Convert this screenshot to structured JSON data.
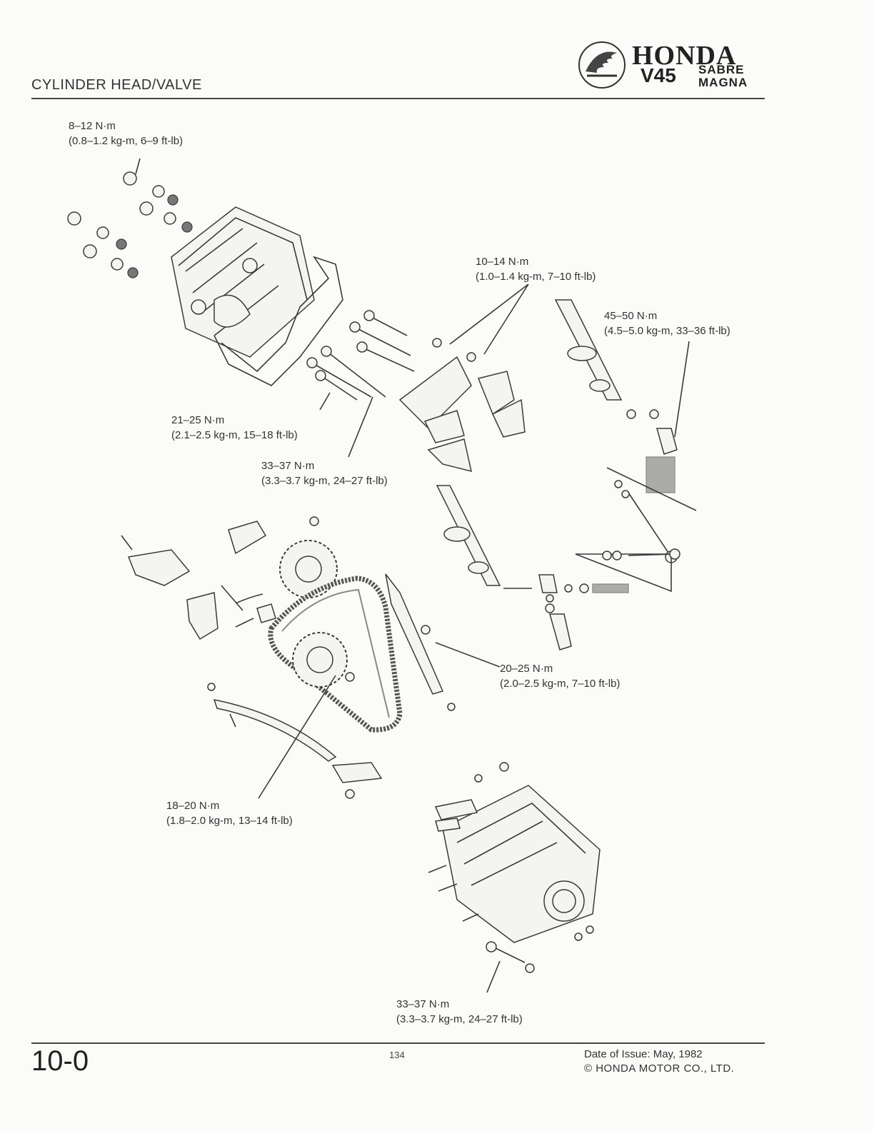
{
  "header": {
    "section_title": "CYLINDER HEAD/VALVE",
    "brand": "HONDA",
    "model": "V45",
    "variant_1": "SABRE",
    "variant_2": "MAGNA"
  },
  "torque_specs": [
    {
      "nm": "8–12 N·m",
      "detail": "(0.8–1.2 kg-m, 6–9 ft-lb)"
    },
    {
      "nm": "10–14 N·m",
      "detail": "(1.0–1.4 kg-m, 7–10 ft-lb)"
    },
    {
      "nm": "45–50 N·m",
      "detail": "(4.5–5.0 kg-m, 33–36 ft-lb)"
    },
    {
      "nm": "21–25 N·m",
      "detail": "(2.1–2.5 kg-m, 15–18 ft-lb)"
    },
    {
      "nm": "33–37 N·m",
      "detail": "(3.3–3.7 kg-m, 24–27 ft-lb)"
    },
    {
      "nm": "20–25 N·m",
      "detail": "(2.0–2.5 kg-m, 7–10 ft-lb)"
    },
    {
      "nm": "18–20 N·m",
      "detail": "(1.8–2.0 kg-m, 13–14 ft-lb)"
    },
    {
      "nm": "33–37 N·m",
      "detail": "(3.3–3.7 kg-m, 24–27 ft-lb)"
    }
  ],
  "footer": {
    "page_code": "10-0",
    "page_number": "134",
    "issue_date": "Date of Issue: May, 1982",
    "copyright": "© HONDA MOTOR CO., LTD."
  }
}
